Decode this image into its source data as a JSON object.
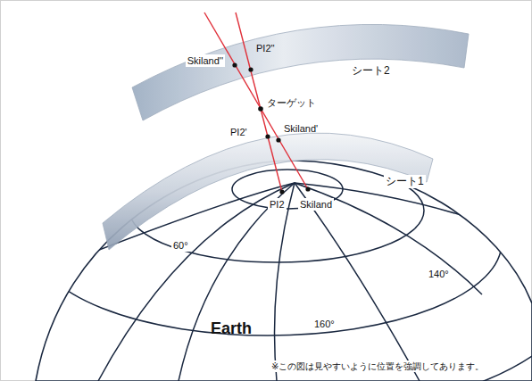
{
  "diagram": {
    "labels": [
      "Skiland''",
      "PI2''",
      "シート2",
      "ターゲット",
      "PI2'",
      "Skiland'",
      "シート1",
      "PI2",
      "Skiland",
      "60°",
      "140°",
      "160°",
      "Earth",
      "※この図は見やすいように位置を強調してあります。"
    ]
  }
}
